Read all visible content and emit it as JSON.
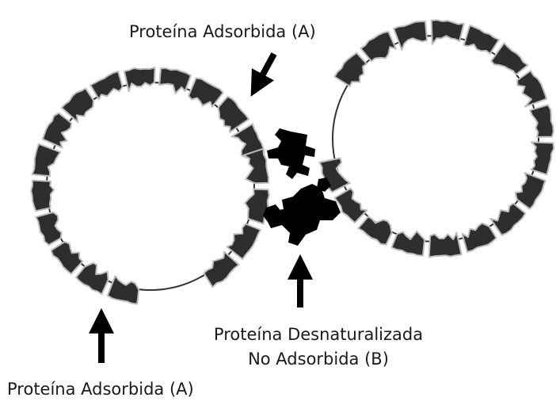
{
  "labels": {
    "adsorbed_top": "Proteína Adsorbida (A)",
    "adsorbed_bottom": "Proteína Adsorbida (A)",
    "denatured_line1": "Proteína Desnaturalizada",
    "denatured_line2": "No Adsorbida (B)"
  },
  "colors": {
    "background": "#ffffff",
    "particle_outline": "#333333",
    "adsorbed_fill": "#2e2e2e",
    "adsorbed_edge": "#bdbdbd",
    "denatured_fill": "#000000",
    "arrow": "#000000",
    "text": "#1a1a1a"
  }
}
